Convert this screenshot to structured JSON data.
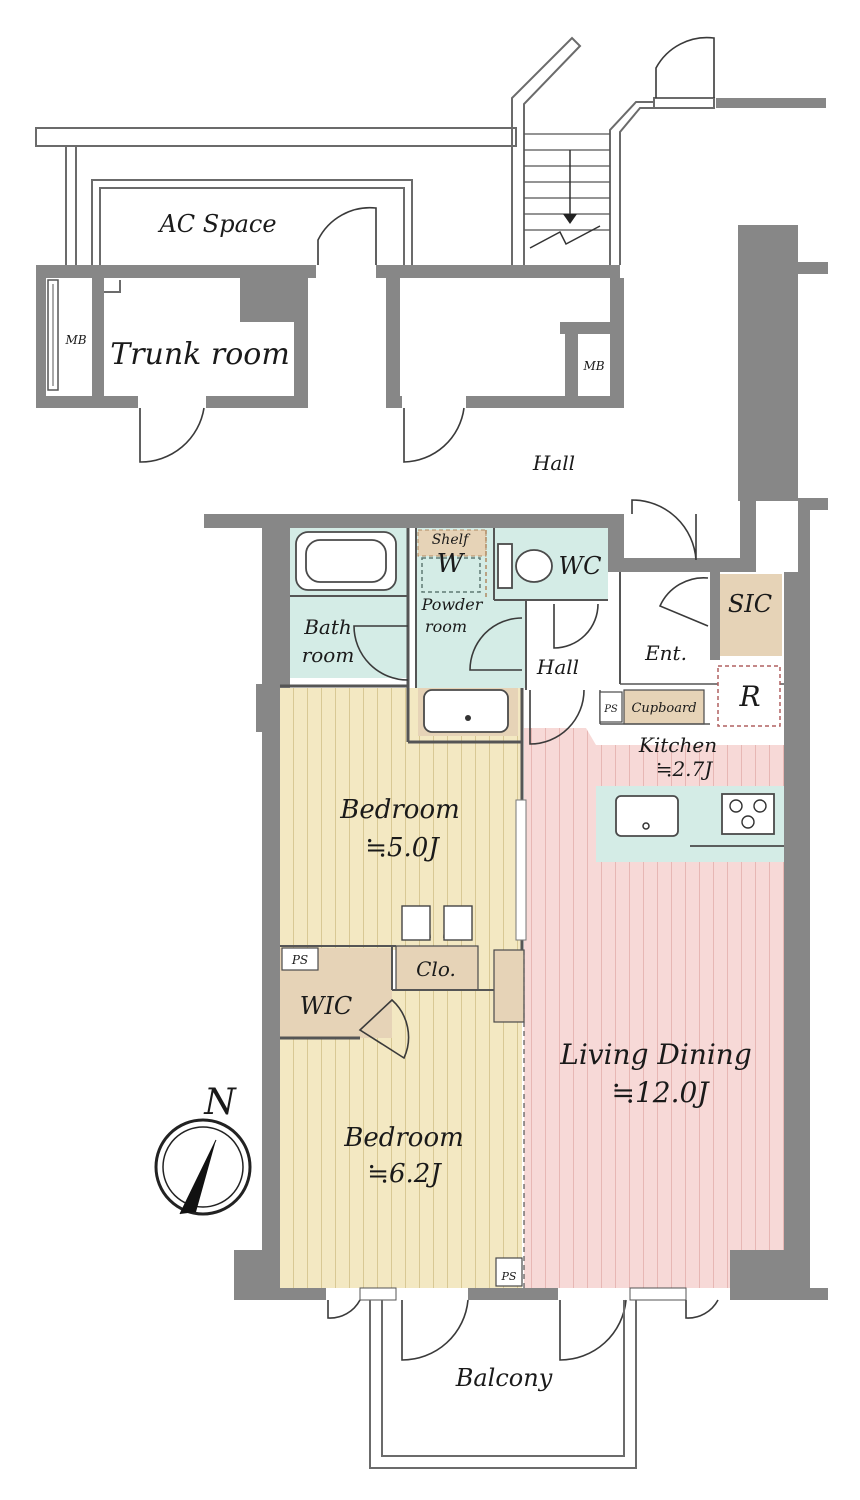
{
  "labels": {
    "ac_space": "AC Space",
    "trunk_room": "Trunk room",
    "mb": "MB",
    "hall": "Hall",
    "shelf": "Shelf",
    "w": "W",
    "wc": "WC",
    "bath": "Bath",
    "room": "room",
    "powder": "Powder",
    "sic": "SIC",
    "ent": "Ent.",
    "r": "R",
    "ps": "PS",
    "cupboard": "Cupboard",
    "kitchen": "Kitchen",
    "kitchen_size": "≒2.7J",
    "bedroom": "Bedroom",
    "bedroom1_size": "≒5.0J",
    "bedroom2_size": "≒6.2J",
    "clo": "Clo.",
    "wic": "WIC",
    "living_dining": "Living Dining",
    "ld_size": "≒12.0J",
    "balcony": "Balcony",
    "north": "N"
  },
  "colors": {
    "wall": "#878787",
    "bedroom_floor": "#f3e8c2",
    "living_floor": "#f7d9d7",
    "wet_area": "#d4ece6",
    "storage": "#e6d3b7"
  }
}
